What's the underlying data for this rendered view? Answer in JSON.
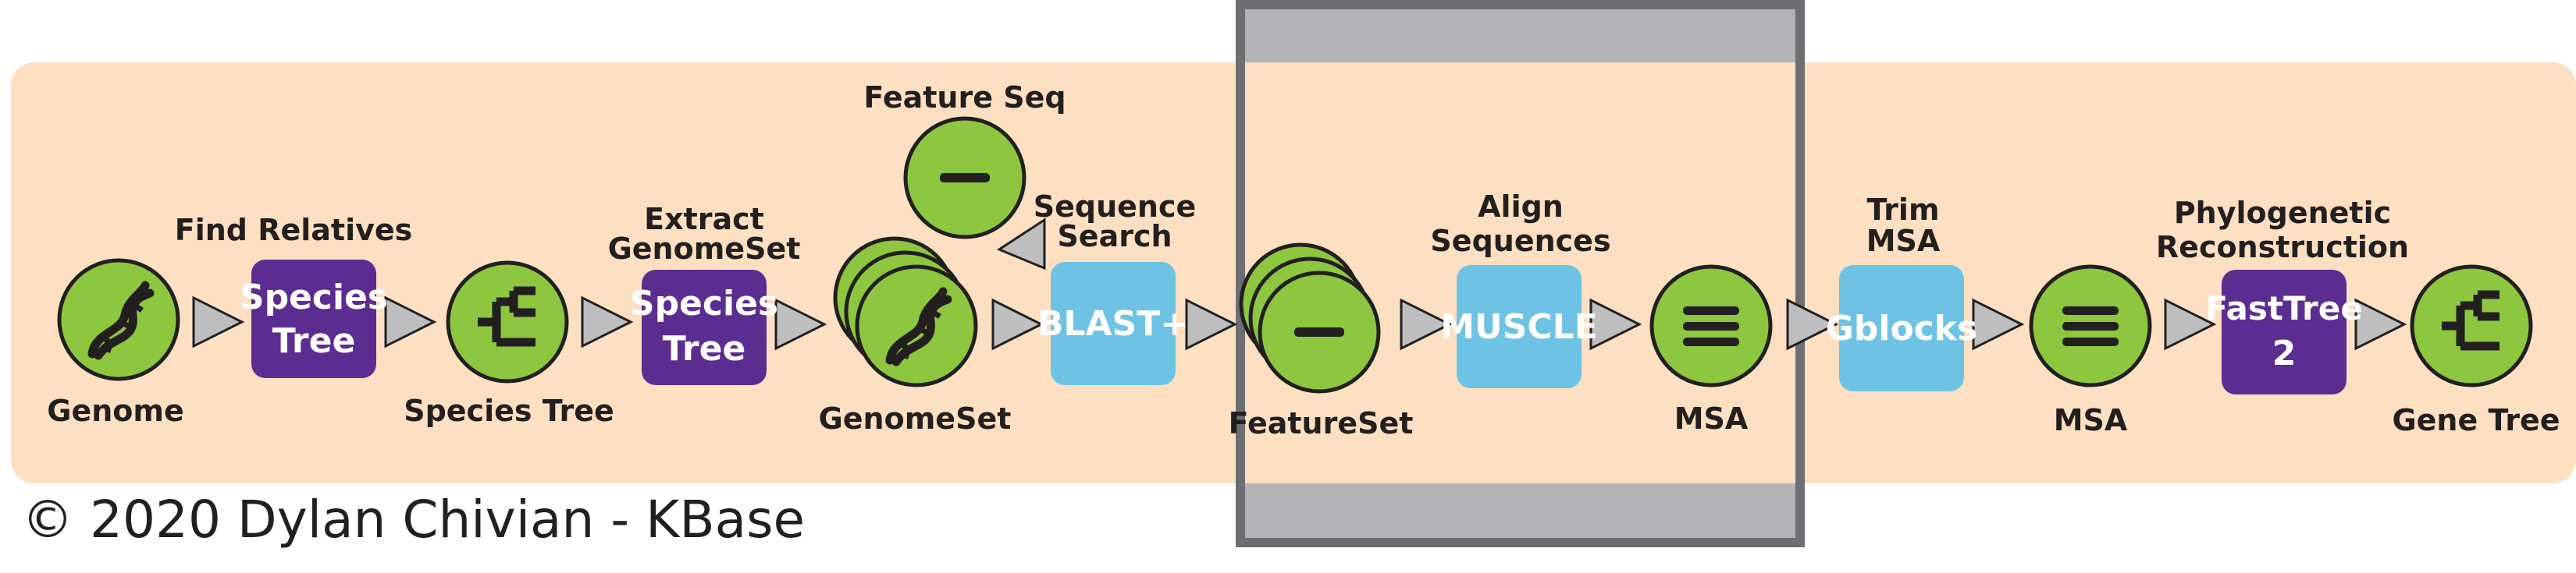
{
  "colors": {
    "band": "#fde0c1",
    "node_fill": "#8dc63f",
    "node_stroke": "#231f20",
    "tool_purple": "#5c2d91",
    "tool_blue": "#6ec3e4",
    "arrow_fill": "#bcbec0",
    "highlight_frame": "#6d6e71",
    "highlight_bottom": "#b2b3b6"
  },
  "nodes": {
    "genome": {
      "label": "Genome",
      "icon": "dna-icon"
    },
    "species_tree": {
      "label": "Species Tree",
      "icon": "tree-icon"
    },
    "genomeset": {
      "label": "GenomeSet",
      "icon": "dna-icon"
    },
    "feature_seq": {
      "label": "Feature Seq",
      "icon": "minus-icon"
    },
    "featureset": {
      "label": "FeatureSet",
      "icon": "minus-icon"
    },
    "msa_1": {
      "label": "MSA",
      "icon": "lines-icon"
    },
    "msa_2": {
      "label": "MSA",
      "icon": "lines-icon"
    },
    "gene_tree": {
      "label": "Gene Tree",
      "icon": "tree-icon"
    }
  },
  "tools": {
    "find_relatives": {
      "step": [
        "Find Relatives"
      ],
      "box": [
        "Species",
        "Tree"
      ],
      "color": "purple"
    },
    "extract": {
      "step": [
        "Extract",
        "GenomeSet"
      ],
      "box": [
        "Species",
        "Tree"
      ],
      "color": "purple"
    },
    "search": {
      "step": [
        "Sequence",
        "Search"
      ],
      "box": [
        "BLAST+"
      ],
      "color": "blue"
    },
    "align": {
      "step": [
        "Align",
        "Sequences"
      ],
      "box": [
        "MUSCLE"
      ],
      "color": "blue"
    },
    "trim": {
      "step": [
        "Trim",
        "MSA"
      ],
      "box": [
        "Gblocks"
      ],
      "color": "blue"
    },
    "phylo": {
      "step": [
        "Phylogenetic",
        "Reconstruction"
      ],
      "box": [
        "FastTree",
        "2"
      ],
      "color": "purple"
    }
  },
  "copyright": "© 2020 Dylan Chivian - KBase"
}
